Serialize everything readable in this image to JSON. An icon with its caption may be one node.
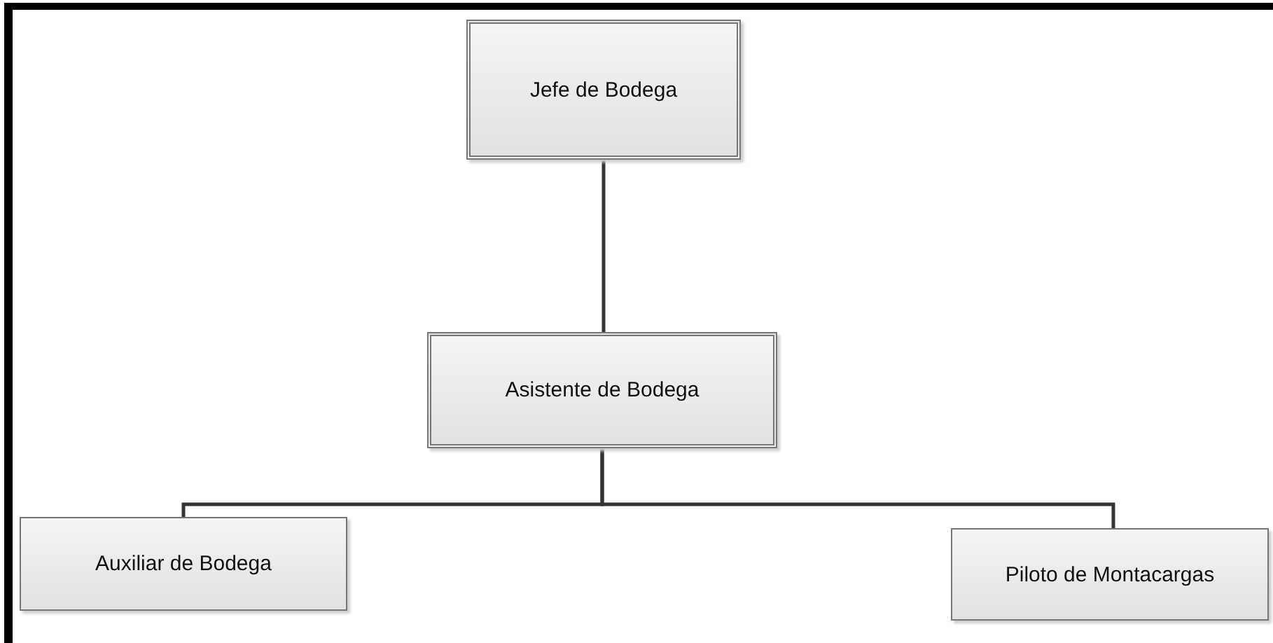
{
  "diagram": {
    "nodes": [
      {
        "text": [
          "Jefe de Bodega"
        ]
      },
      {
        "text": [
          "Asistente de Bodega"
        ]
      },
      {
        "text": [
          "Auxiliar de Bodega"
        ]
      },
      {
        "text": [
          "Piloto de Montacargas"
        ]
      }
    ],
    "edges": [
      {
        "from": 0,
        "to": 1,
        "arrow": "none"
      },
      {
        "from": 1,
        "to": 2,
        "arrow": "none"
      },
      {
        "from": 1,
        "to": 3,
        "arrow": "none"
      }
    ]
  }
}
